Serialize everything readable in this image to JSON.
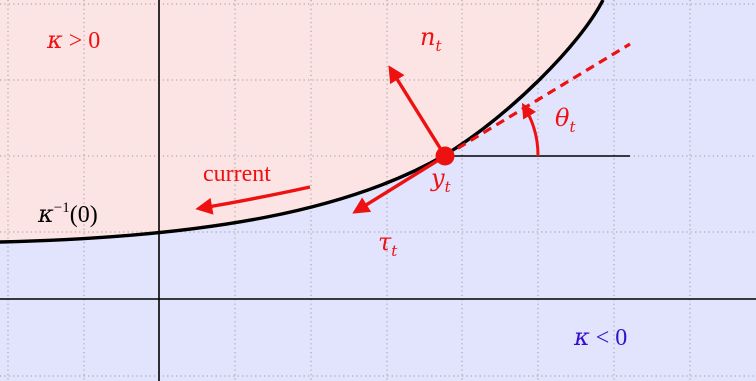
{
  "colors": {
    "positive_region": "#fde4e4",
    "negative_region": "#e2e3fd",
    "curve": "#000000",
    "accent": "#ee1111",
    "negative_label": "#3311cc",
    "grid": "#9a9a9a"
  },
  "regions": {
    "positive": {
      "kappa": "κ",
      "rel": " > ",
      "zero": "0"
    },
    "negative": {
      "kappa": "κ",
      "rel": " < ",
      "zero": "0"
    }
  },
  "level_set": {
    "kappa": "κ",
    "exp": "−1",
    "arg": "(0)"
  },
  "vectors": {
    "normal": {
      "base": "n",
      "sub": "t"
    },
    "tangent": {
      "base": "τ",
      "sub": "t"
    },
    "point": {
      "base": "y",
      "sub": "t"
    },
    "angle": {
      "base": "θ",
      "sub": "t"
    }
  },
  "current_label": "current"
}
